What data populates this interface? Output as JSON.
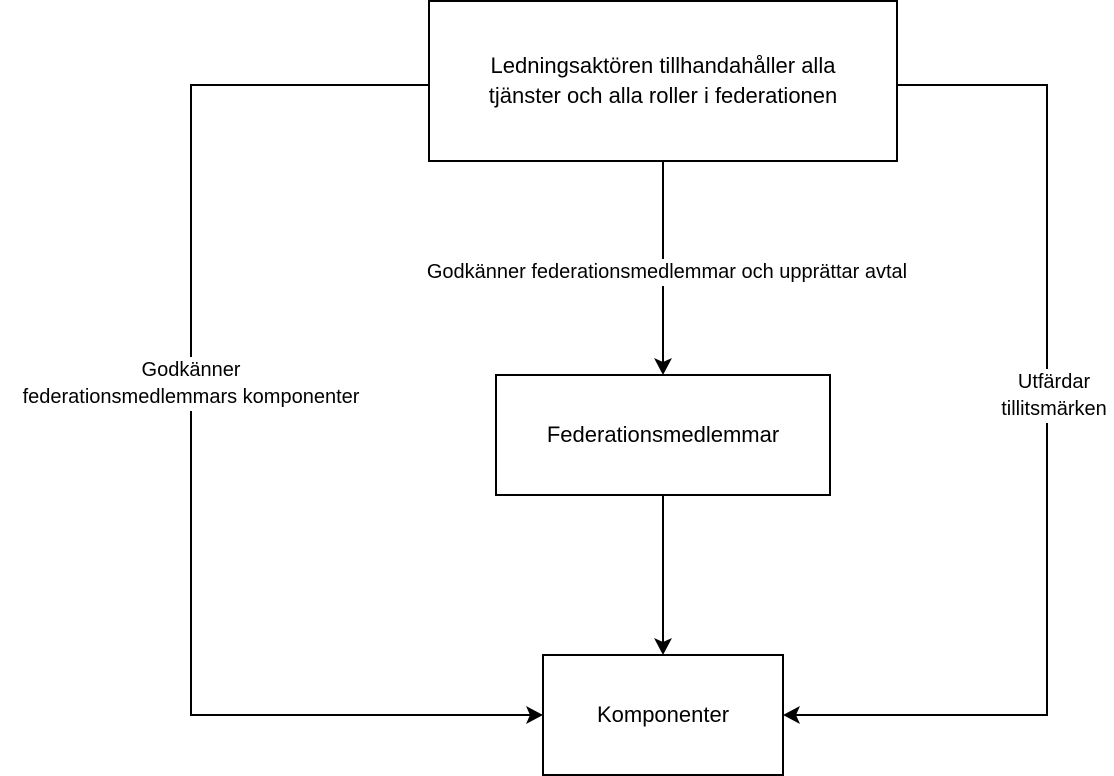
{
  "nodes": {
    "top": {
      "line1": "Ledningsaktören tillhandahåller alla",
      "line2": "tjänster och alla roller i federationen"
    },
    "middle": {
      "label": "Federationsmedlemmar"
    },
    "bottom": {
      "label": "Komponenter"
    }
  },
  "edges": {
    "top_to_middle": {
      "label": "Godkänner federationsmedlemmar och upprättar avtal"
    },
    "top_to_bottom_left": {
      "line1": "Godkänner",
      "line2": "federationsmedlemmars komponenter"
    },
    "top_to_bottom_right": {
      "line1": "Utfärdar",
      "line2": "tillitsmärken"
    },
    "middle_to_bottom": {}
  },
  "colors": {
    "stroke": "#000000",
    "background": "#ffffff"
  }
}
